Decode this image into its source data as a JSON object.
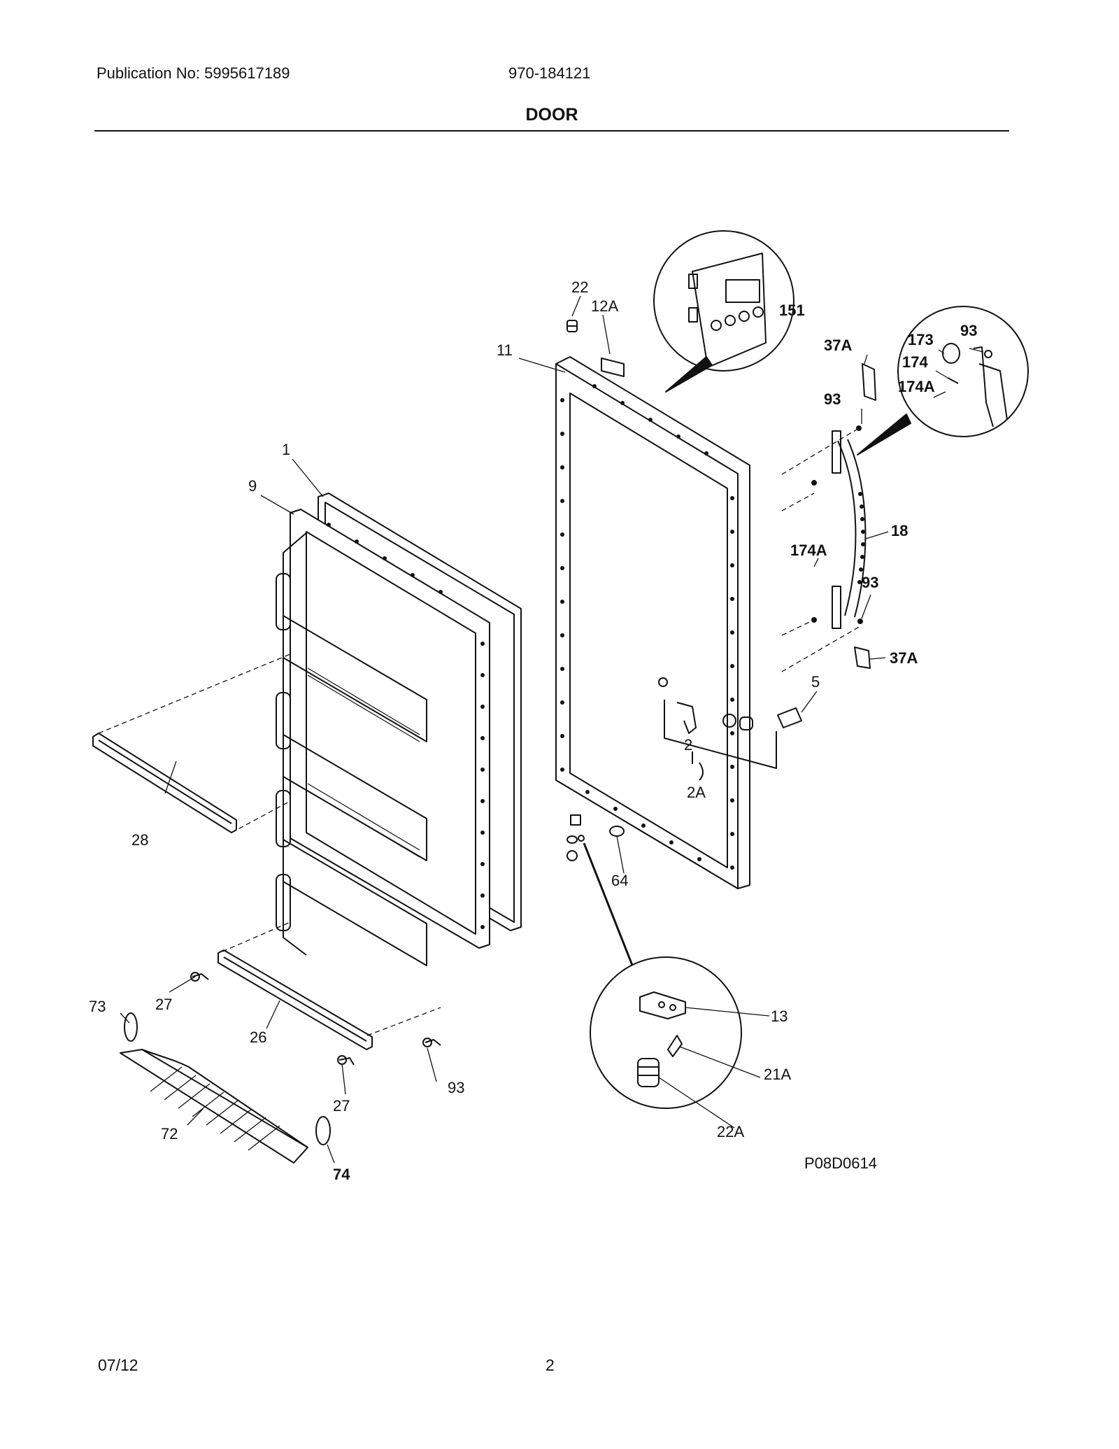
{
  "header": {
    "publication": "Publication No: 5995617189",
    "model": "970-184121",
    "title": "DOOR"
  },
  "diagram": {
    "drawing_id": "P08D0614",
    "callouts": {
      "c1": "1",
      "c9": "9",
      "c11": "11",
      "c22": "22",
      "c12A": "12A",
      "c151": "151",
      "c37A_top": "37A",
      "c37A_bottom": "37A",
      "c93_top": "93",
      "c93_mid": "93",
      "c93_bottom": "93",
      "c93_inset": "93",
      "c173": "173",
      "c174": "174",
      "c174A_inset": "174A",
      "c174A": "174A",
      "c18": "18",
      "c5": "5",
      "c2": "2",
      "c2A": "2A",
      "c28": "28",
      "c64": "64",
      "c73": "73",
      "c27_a": "27",
      "c27_b": "27",
      "c26": "26",
      "c72": "72",
      "c74": "74",
      "c13": "13",
      "c21A": "21A",
      "c22A": "22A"
    }
  },
  "footer": {
    "date": "07/12",
    "page": "2"
  }
}
